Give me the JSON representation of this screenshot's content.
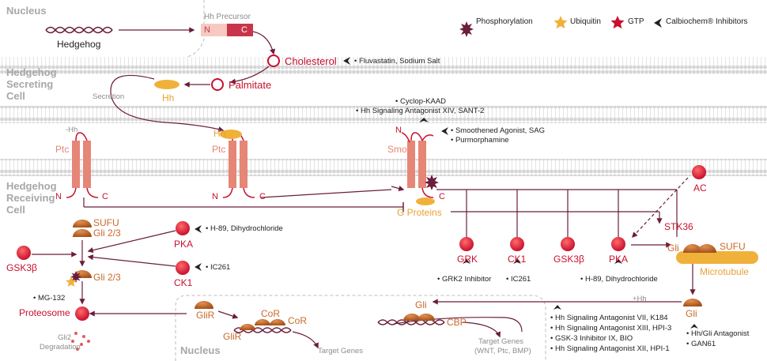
{
  "regions": {
    "nucleus_top": "Nucleus",
    "secreting_cell": "Hedgehog Secreting Cell",
    "receiving_cell": "Hedgehog Receiving Cell",
    "nucleus_bottom": "Nucleus"
  },
  "legend": {
    "phosphorylation": "Phosphorylation",
    "ubiquitin": "Ubiquitin",
    "gtp": "GTP",
    "inhibitors": "Calbiochem® Inhibitors"
  },
  "labels": {
    "hedgehog": "Hedgehog",
    "hh_precursor": "Hh Precursor",
    "n": "N",
    "c": "C",
    "cholesterol": "Cholesterol",
    "palmitate": "Palmitate",
    "hh": "Hh",
    "secretion": "Secretion",
    "neg_hh": "-Hh",
    "ptc": "Ptc",
    "smo": "Smo",
    "g_proteins": "G Proteins",
    "ac": "AC",
    "stk36": "STK36",
    "sufu": "SUFU",
    "gli23": "Gli 2/3",
    "gli": "Gli",
    "microtubule": "Microtubule",
    "pka": "PKA",
    "ck1": "CK1",
    "gsk3b": "GSK3β",
    "grk": "GRK",
    "proteosome": "Proteosome",
    "gli2_degradation": "Gli2 Degradation",
    "glir": "GliR",
    "cor": "CoR",
    "cbp": "CBP",
    "target_genes": "Target Genes",
    "target_genes_list": "(WNT, Ptc, BMP)",
    "plus_hh": "+Hh"
  },
  "inhibitors": {
    "cholesterol": "Fluvastatin, Sodium Salt",
    "smo_top": [
      "Cyclop-KAAD",
      "Hh Signaling Antagonist XIV, SANT-2"
    ],
    "smo_side": [
      "Smoothened Agonist, SAG",
      "Purmorphamine"
    ],
    "pka_left": "H-89, Dihydrochloride",
    "ck1_left": "IC261",
    "proteosome": "MG-132",
    "grk": "GRK2 Inhibitor",
    "ck1_right": "IC261",
    "pka_right": "H-89, Dihydrochloride",
    "bottom_list": [
      "Hh Signaling Antagonist VII, K184",
      "Hh Signaling Antagonist XIII, HPI-3",
      "GSK-3 Inhibitor IX, BIO",
      "Hh Signaling Antagonist XII, HPI-1"
    ],
    "gli": [
      "Hh/Gli Antagonist",
      "GAN61"
    ]
  },
  "colors": {
    "arrow": "#6b1d3c",
    "red": "#c8102e",
    "orange": "#e8a033",
    "membrane": "#d9d9d9",
    "receptor": "#e58677"
  }
}
